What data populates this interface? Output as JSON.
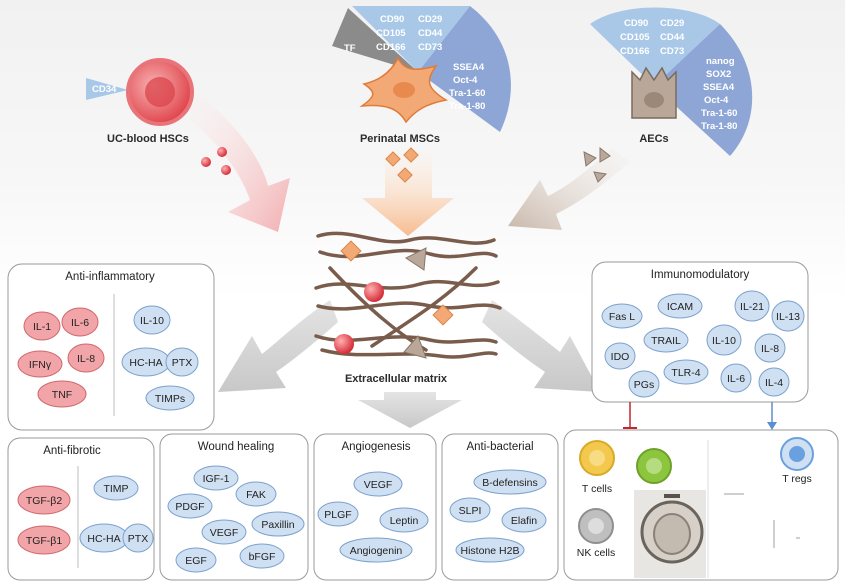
{
  "sources": {
    "hsc": {
      "label": "UC-blood HSCs",
      "markers": [
        "CD34"
      ]
    },
    "msc": {
      "label": "Perinatal MSCs",
      "tf_label": "TF",
      "surface_markers": [
        "CD90",
        "CD29",
        "CD105",
        "CD44",
        "CD166",
        "CD73"
      ],
      "pluripotency_markers": [
        "SSEA4",
        "Oct-4",
        "Tra-1-60",
        "Tra-1-80"
      ]
    },
    "aec": {
      "label": "AECs",
      "surface_markers": [
        "CD90",
        "CD29",
        "CD105",
        "CD44",
        "CD166",
        "CD73"
      ],
      "pluripotency_markers": [
        "nanog",
        "SOX2",
        "SSEA4",
        "Oct-4",
        "Tra-1-60",
        "Tra-1-80"
      ]
    }
  },
  "center": {
    "label": "Extracellular matrix"
  },
  "panels": {
    "anti_inflammatory": {
      "title": "Anti-inflammatory",
      "pro": [
        "IL-1",
        "IL-6",
        "IFNγ",
        "IL-8",
        "TNF"
      ],
      "anti": [
        "IL-10",
        "HC-HA",
        "PTX",
        "TIMPs"
      ]
    },
    "immunomodulatory": {
      "title": "Immunomodulatory",
      "items": [
        "Fas L",
        "ICAM",
        "IL-21",
        "IL-13",
        "TRAIL",
        "IDO",
        "IL-10",
        "IL-8",
        "TLR-4",
        "PGs",
        "IL-6",
        "IL-4"
      ]
    },
    "anti_fibrotic": {
      "title": "Anti-fibrotic",
      "pro": [
        "TGF-β2",
        "TGF-β1"
      ],
      "anti": [
        "TIMP",
        "HC-HA",
        "PTX"
      ]
    },
    "wound_healing": {
      "title": "Wound healing",
      "items": [
        "IGF-1",
        "PDGF",
        "FAK",
        "VEGF",
        "Paxillin",
        "EGF",
        "bFGF"
      ]
    },
    "angiogenesis": {
      "title": "Angiogenesis",
      "items": [
        "VEGF",
        "PLGF",
        "Leptin",
        "Angiogenin"
      ]
    },
    "anti_bacterial": {
      "title": "Anti-bacterial",
      "items": [
        "B-defensins",
        "SLPI",
        "Elafin",
        "Histone H2B"
      ]
    },
    "cells": {
      "items": [
        "T cells",
        "T regs",
        "NK cells"
      ]
    }
  },
  "colors": {
    "red_chip": "#f2a5a8",
    "red_stroke": "#d1676c",
    "blue_chip": "#cfe0f3",
    "blue_stroke": "#7ba1cc",
    "light_fan": "#a9c8e8",
    "dark_fan": "#8ea6d6",
    "cell_hsc": "#e35a5f",
    "cell_msc": "#f3a975",
    "cell_aec": "#b9a89a",
    "fiber": "#7a5c4c",
    "inhibit": "#c0272d",
    "promote": "#5c8fd1",
    "tcell": "#f2c94c",
    "green_cell": "#8cc63f",
    "nk_cell": "#aaaaaa",
    "treg": "#6aa0e0"
  }
}
